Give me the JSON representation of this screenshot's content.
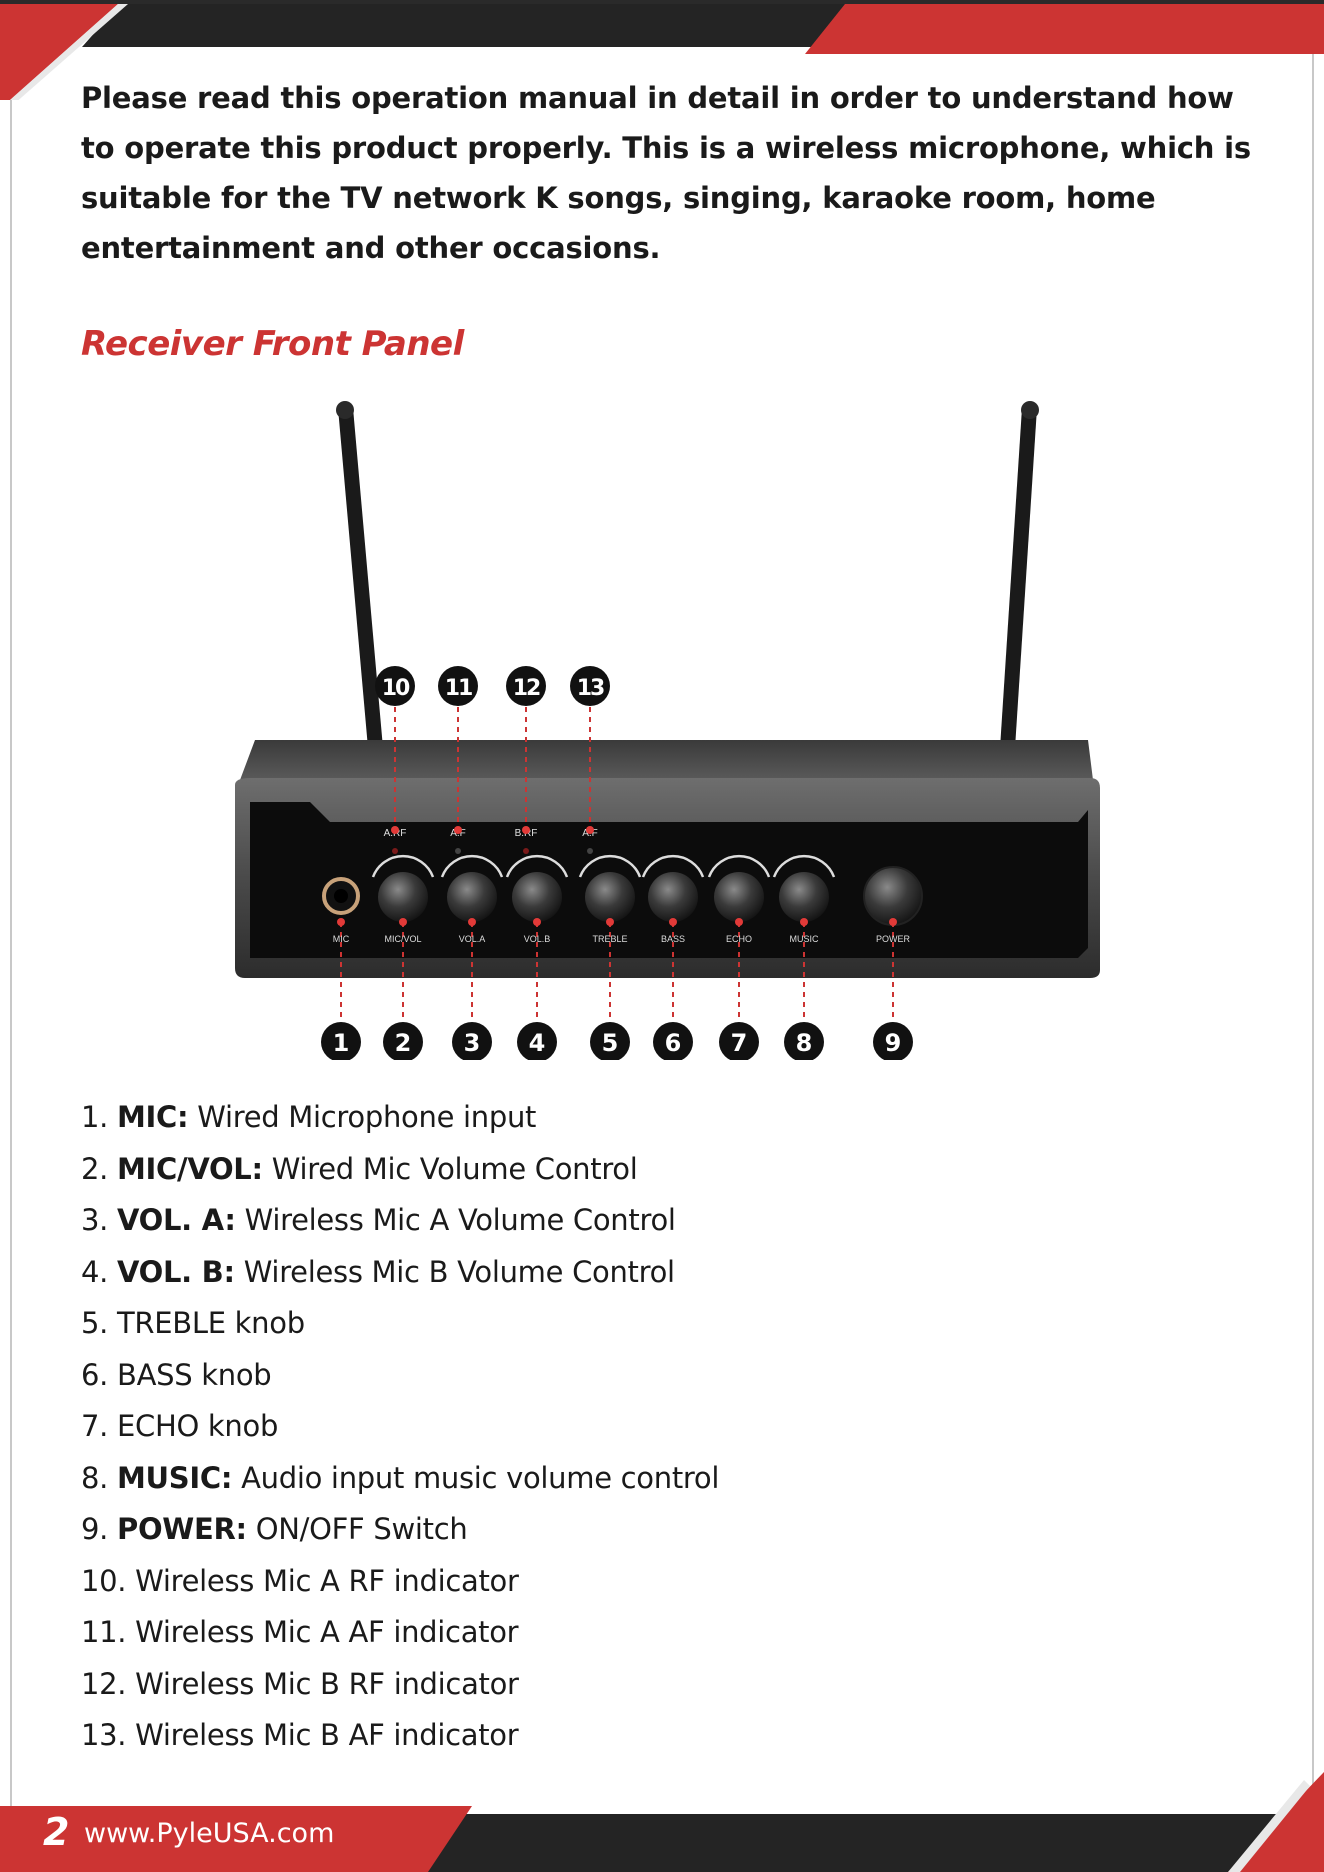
{
  "intro": "Please read this operation manual in detail in order to understand how to operate this product properly. This is a wireless microphone, which is suitable for the TV network K songs, singing, karaoke room, home entertainment and other occasions.",
  "section_title": "Receiver Front Panel",
  "device": {
    "labels": [
      "MIC",
      "MIC/VOL",
      "VOL.A",
      "VOL.B",
      "TREBLE",
      "BASS",
      "ECHO",
      "MUSIC",
      "POWER"
    ],
    "indicator_labels": [
      "A.RF",
      "A.F",
      "B.RF",
      "A.F"
    ],
    "bottom_callouts": [
      "1",
      "2",
      "3",
      "4",
      "5",
      "6",
      "7",
      "8",
      "9"
    ],
    "top_callouts": [
      "10",
      "11",
      "12",
      "13"
    ]
  },
  "items": [
    {
      "num": "1.",
      "bold": "MIC:",
      "text": " Wired Microphone input"
    },
    {
      "num": "2.",
      "bold": "MIC/VOL:",
      "text": " Wired Mic Volume Control"
    },
    {
      "num": "3.",
      "bold": "VOL. A:",
      "text": " Wireless Mic A Volume Control"
    },
    {
      "num": "4.",
      "bold": "VOL. B:",
      "text": " Wireless Mic B Volume Control"
    },
    {
      "num": "5.",
      "bold": "",
      "text": "TREBLE knob"
    },
    {
      "num": "6.",
      "bold": "",
      "text": "BASS knob"
    },
    {
      "num": "7.",
      "bold": "",
      "text": "ECHO knob"
    },
    {
      "num": "8.",
      "bold": "MUSIC:",
      "text": " Audio input music volume control"
    },
    {
      "num": "9.",
      "bold": "POWER:",
      "text": " ON/OFF Switch"
    },
    {
      "num": "10.",
      "bold": "",
      "text": "Wireless Mic A RF indicator"
    },
    {
      "num": "11.",
      "bold": "",
      "text": "Wireless Mic A AF indicator"
    },
    {
      "num": "12.",
      "bold": "",
      "text": "Wireless Mic B RF indicator"
    },
    {
      "num": "13.",
      "bold": "",
      "text": "Wireless Mic B AF indicator"
    }
  ],
  "footer": {
    "page": "2",
    "site": "www.PyleUSA.com"
  },
  "colors": {
    "accent": "#cc3433",
    "dark": "#242424"
  }
}
